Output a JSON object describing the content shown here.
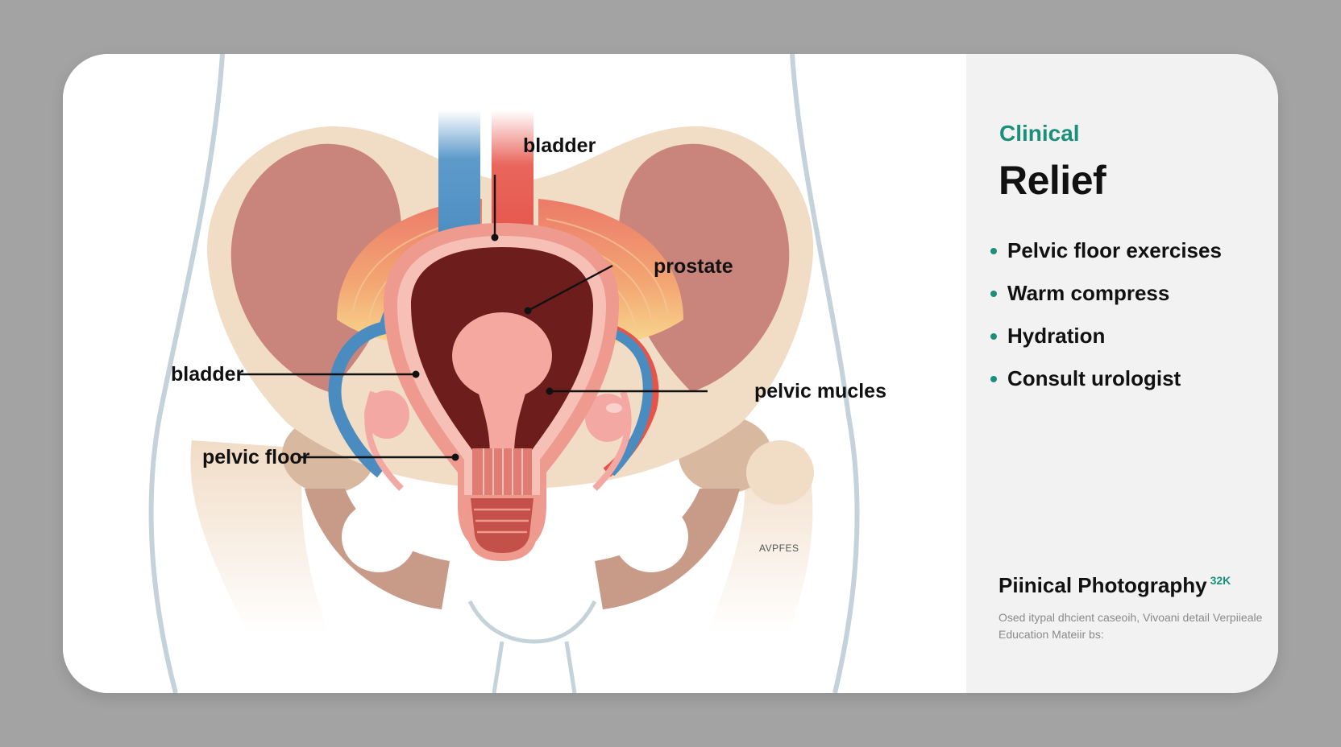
{
  "diagram": {
    "labels": {
      "bladder_top": "bladder",
      "prostate": "prostate",
      "bladder_left": "bladder",
      "pelvic_muscles": "pelvic mucles",
      "pelvic_floor": "pelvic floor"
    },
    "stamp": "AVPFES"
  },
  "panel": {
    "eyebrow": "Clinical",
    "title": "Relief",
    "items": [
      "Pelvic floor exercises",
      "Warm compress",
      "Hydration",
      "Consult urologist"
    ],
    "source_title": "Piinical Photography",
    "source_badge": "32K",
    "source_desc": "Osed itypal dhcient caseoih, Vivoani detail Verpiieale Education Mateiir bs:"
  },
  "colors": {
    "accent": "#1a8f7a",
    "vein": "#4a8cc0",
    "artery": "#e5544a",
    "bone": "#f1dcc6",
    "ilium": "#c9857c",
    "bladder_dark": "#6e1d1d"
  }
}
